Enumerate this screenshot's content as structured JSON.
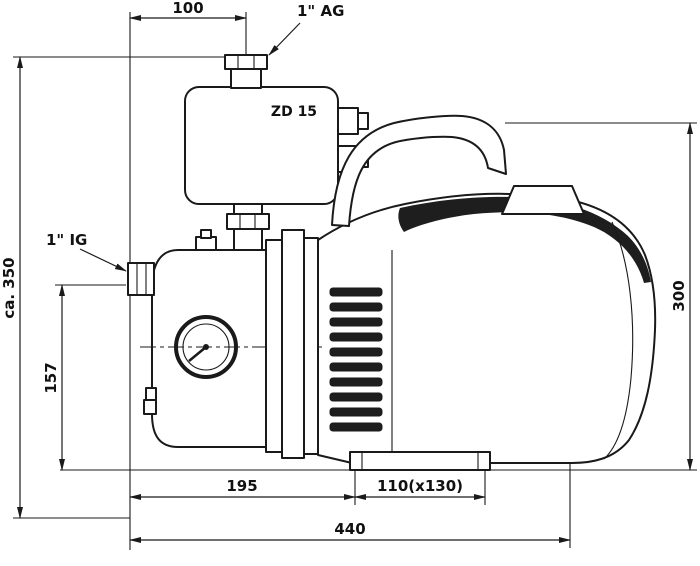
{
  "colors": {
    "line": "#1a1a1a",
    "background": "#ffffff",
    "shading": "#1e1e1e"
  },
  "labels": {
    "dim_100": "100",
    "port_top": "1\" AG",
    "height_overall": "ca. 350",
    "port_inlet": "1\" IG",
    "dim_157": "157",
    "switch_model": "ZD 15",
    "dim_195": "195",
    "dim_110": "110(x130)",
    "dim_440": "440",
    "dim_300": "300"
  }
}
